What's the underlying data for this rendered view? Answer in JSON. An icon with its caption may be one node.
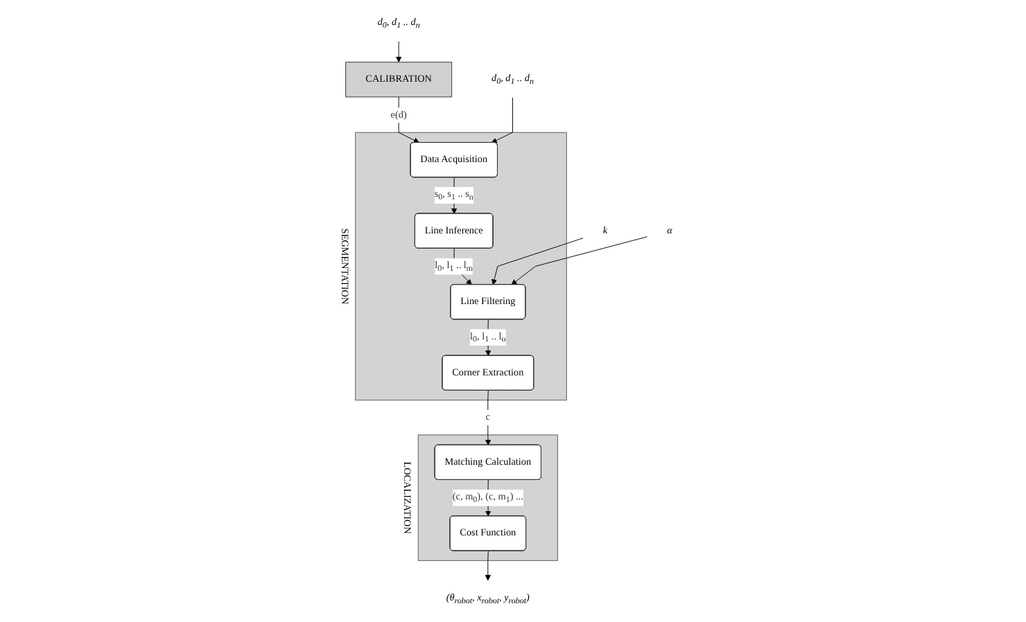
{
  "diagram": {
    "nodes": [
      {
        "text": [
          "CALIBRATION"
        ]
      },
      {
        "text": [
          "SEGMENTATION"
        ]
      },
      {
        "text": [
          "Data Acquisition"
        ],
        "in": 1
      },
      {
        "text": [
          "Line Inference"
        ],
        "in": 1
      },
      {
        "text": [
          "Line Filtering"
        ],
        "in": 1
      },
      {
        "text": [
          "Corner Extraction"
        ],
        "in": 1
      },
      {
        "text": [
          "LOCALIZATION"
        ]
      },
      {
        "text": [
          "Matching Calculation"
        ],
        "in": 6
      },
      {
        "text": [
          "Cost Function"
        ],
        "in": 6
      },
      {
        "text": [
          "d$_{0}$, d$_{1}$ .. d$_{n}$"
        ]
      },
      {
        "text": [
          "d$_{0}$, d$_{1}$ .. d$_{n}$"
        ]
      },
      {
        "text": [
          "k"
        ]
      },
      {
        "text": [
          "α"
        ]
      },
      {
        "text": [
          "(θ$_{robot}$, x$_{robot}$, y$_{robot}$)"
        ]
      }
    ],
    "edges": [
      {
        "from": 9,
        "to": 0,
        "arrow": "to"
      },
      {
        "from": 0,
        "to": 2,
        "arrow": "to",
        "label": "e(d)"
      },
      {
        "from": 10,
        "to": 2,
        "arrow": "to"
      },
      {
        "from": 2,
        "to": 3,
        "arrow": "to",
        "label": "s$_{0}$, s$_{1}$ .. s$_{n}$"
      },
      {
        "from": 3,
        "to": 4,
        "arrow": "to",
        "label": "l$_{0}$, l$_{1}$ .. l$_{m}$"
      },
      {
        "from": 11,
        "to": 4,
        "arrow": "to"
      },
      {
        "from": 12,
        "to": 4,
        "arrow": "to"
      },
      {
        "from": 4,
        "to": 5,
        "arrow": "to",
        "label": "l$_{0}$, l$_{1}$ .. l$_{o}$"
      },
      {
        "from": 5,
        "to": 7,
        "arrow": "to",
        "label": "c"
      },
      {
        "from": 7,
        "to": 8,
        "arrow": "to",
        "label": "(c, m$_{0}$), (c, m$_{1}$) ..."
      },
      {
        "from": 8,
        "to": 13,
        "arrow": "to"
      }
    ]
  }
}
